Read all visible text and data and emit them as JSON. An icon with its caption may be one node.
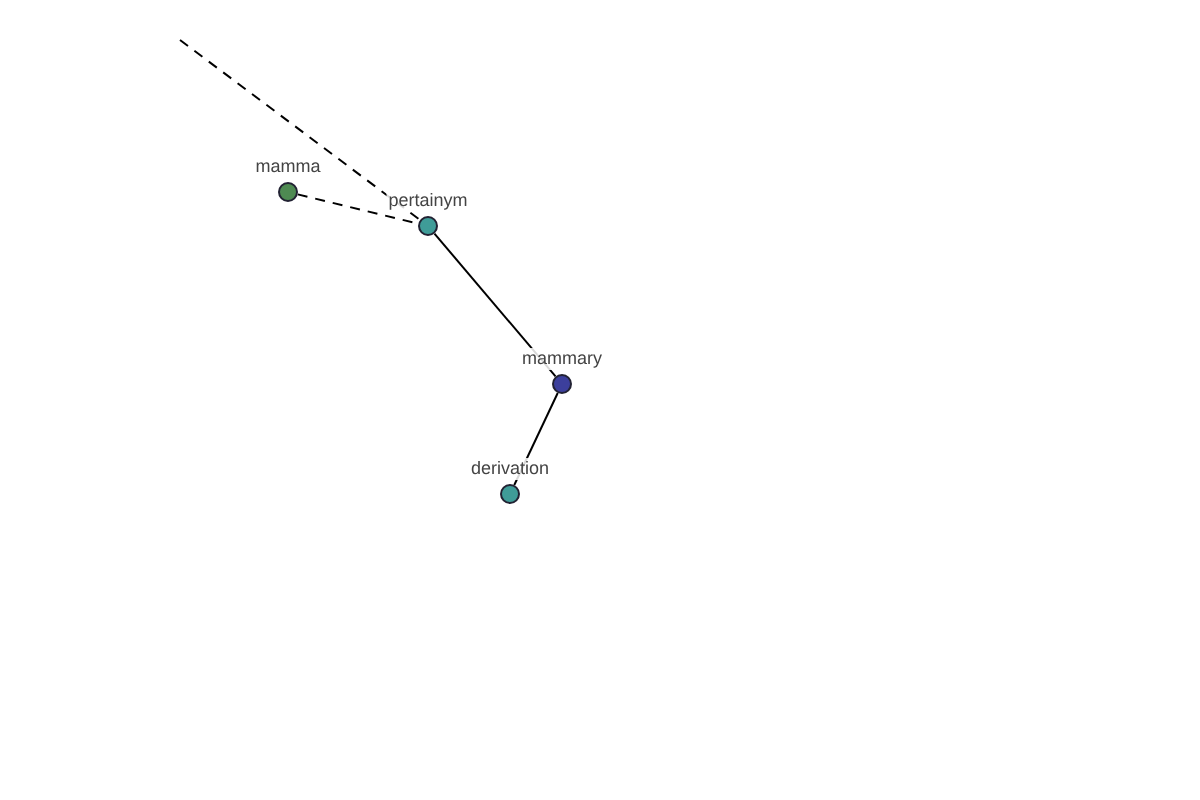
{
  "diagram": {
    "nodes": [
      {
        "text": [
          "mamma"
        ]
      },
      {
        "text": [
          "pertainym"
        ]
      },
      {
        "text": [
          "mammary"
        ]
      },
      {
        "text": [
          "derivation"
        ]
      }
    ],
    "edges": [
      {
        "from": null,
        "to": 1,
        "arrow": "none",
        "style": "dashed"
      },
      {
        "from": 0,
        "to": 1,
        "arrow": "none",
        "style": "dashed"
      },
      {
        "from": 1,
        "to": 2,
        "arrow": "none"
      },
      {
        "from": 2,
        "to": 3,
        "arrow": "none"
      }
    ]
  }
}
